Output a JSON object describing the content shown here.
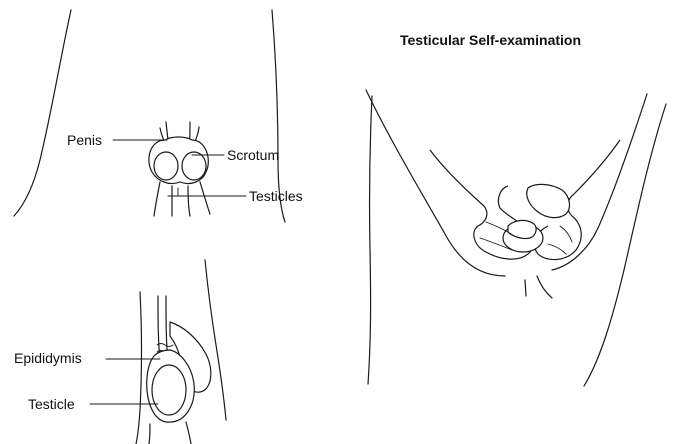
{
  "title": "Testicular  Self-examination",
  "labels": {
    "penis": "Penis",
    "scrotum": "Scrotum",
    "testicles": "Testicles",
    "epididymis": "Epididymis",
    "testicle": "Testicle"
  },
  "colors": {
    "ink": "#1a1a1a",
    "background": "#ffffff"
  }
}
